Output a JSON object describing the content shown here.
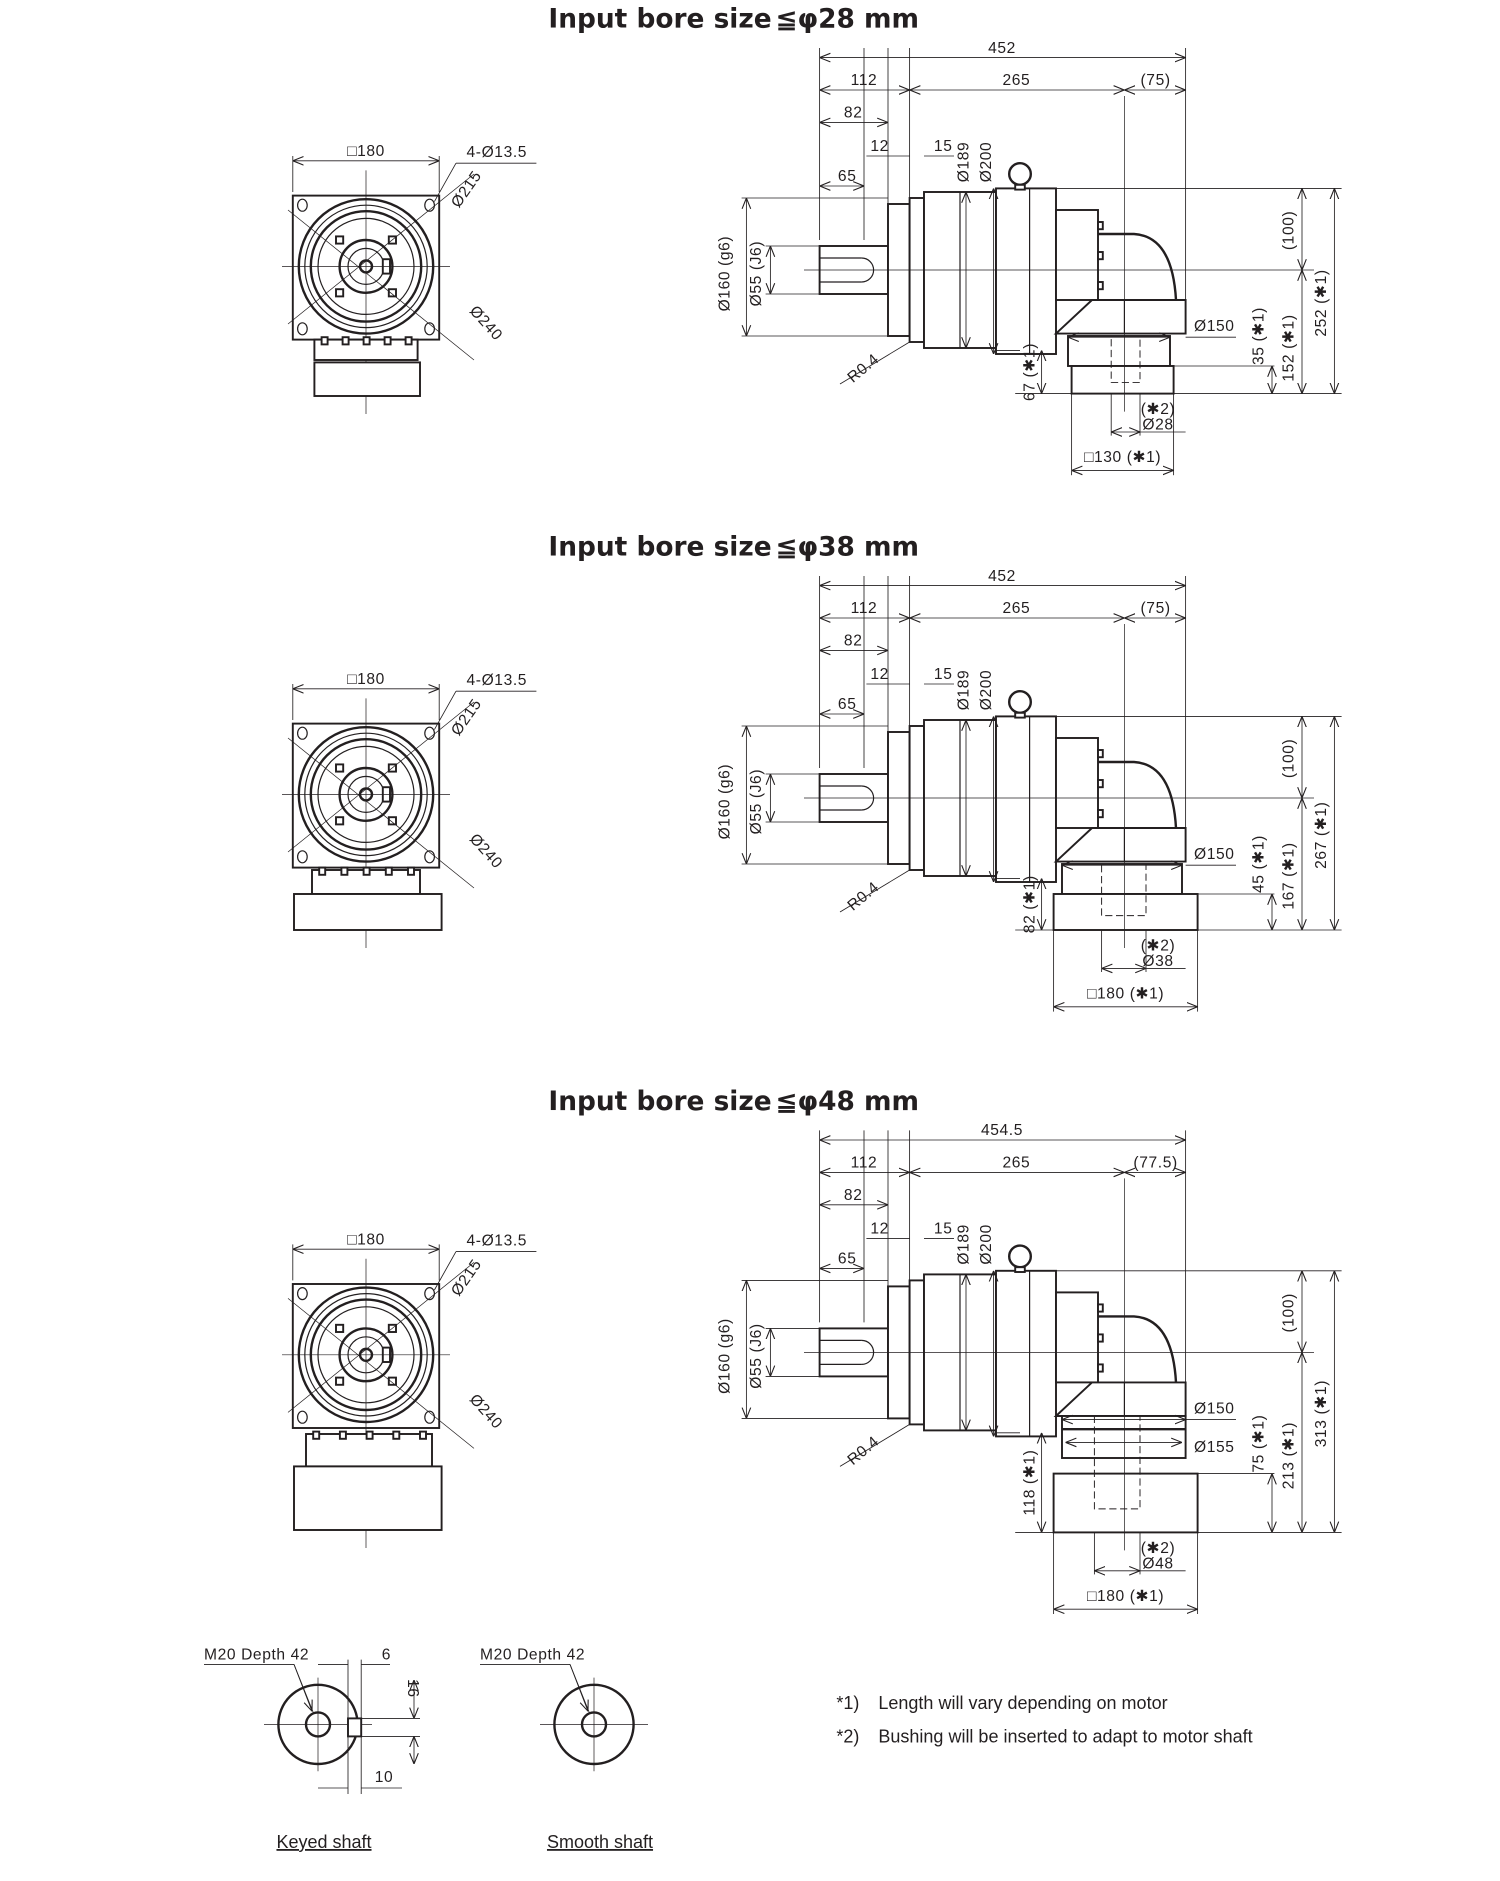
{
  "sections": [
    {
      "title": "Input bore size",
      "bore_limit": "≦φ28 mm",
      "front": {
        "square": "□180",
        "holes": "4-Ø13.5",
        "pcd": "Ø215",
        "outer": "Ø240"
      },
      "side": {
        "overall": "452",
        "l112": "112",
        "l265": "265",
        "tail": "(75)",
        "l82": "82",
        "l12": "12",
        "l15": "15",
        "l65": "65",
        "d189": "Ø189",
        "d200": "Ø200",
        "d160": "Ø160 (g6)",
        "d55": "Ø55 (J6)",
        "radius": "R0.4",
        "h100": "(100)",
        "h_adapter": "35 (✱1)",
        "h_lower": "152 (✱1)",
        "h_total": "252 (✱1)",
        "h_motor": "67 (✱1)",
        "d150": "Ø150",
        "note2": "(✱2)",
        "bore": "Ø28",
        "motor_square": "□130 (✱1)"
      }
    },
    {
      "title": "Input bore size",
      "bore_limit": "≦φ38 mm",
      "front": {
        "square": "□180",
        "holes": "4-Ø13.5",
        "pcd": "Ø215",
        "outer": "Ø240"
      },
      "side": {
        "overall": "452",
        "l112": "112",
        "l265": "265",
        "tail": "(75)",
        "l82": "82",
        "l12": "12",
        "l15": "15",
        "l65": "65",
        "d189": "Ø189",
        "d200": "Ø200",
        "d160": "Ø160 (g6)",
        "d55": "Ø55 (J6)",
        "radius": "R0.4",
        "h100": "(100)",
        "h_adapter": "45 (✱1)",
        "h_lower": "167 (✱1)",
        "h_total": "267 (✱1)",
        "h_motor": "82 (✱1)",
        "d150": "Ø150",
        "note2": "(✱2)",
        "bore": "Ø38",
        "motor_square": "□180 (✱1)"
      }
    },
    {
      "title": "Input bore size",
      "bore_limit": "≦φ48 mm",
      "front": {
        "square": "□180",
        "holes": "4-Ø13.5",
        "pcd": "Ø215",
        "outer": "Ø240"
      },
      "side": {
        "overall": "454.5",
        "l112": "112",
        "l265": "265",
        "tail": "(77.5)",
        "l82": "82",
        "l12": "12",
        "l15": "15",
        "l65": "65",
        "d189": "Ø189",
        "d200": "Ø200",
        "d160": "Ø160 (g6)",
        "d55": "Ø55 (J6)",
        "radius": "R0.4",
        "h100": "(100)",
        "h_adapter": "75 (✱1)",
        "h_lower": "213 (✱1)",
        "h_total": "313 (✱1)",
        "h_motor": "118 (✱1)",
        "d150": "Ø150",
        "d155": "Ø155",
        "note2": "(✱2)",
        "bore": "Ø48",
        "motor_square": "□180 (✱1)"
      }
    }
  ],
  "shafts": {
    "keyed": {
      "tap": "M20 Depth 42",
      "key_width": "6",
      "key_height": "16",
      "key_offset": "10",
      "caption": "Keyed shaft"
    },
    "smooth": {
      "tap": "M20 Depth 42",
      "caption": "Smooth shaft"
    }
  },
  "notes": [
    {
      "mark": "*1)",
      "text": "Length will vary depending on motor"
    },
    {
      "mark": "*2)",
      "text": "Bushing will be inserted to adapt to motor shaft"
    }
  ]
}
